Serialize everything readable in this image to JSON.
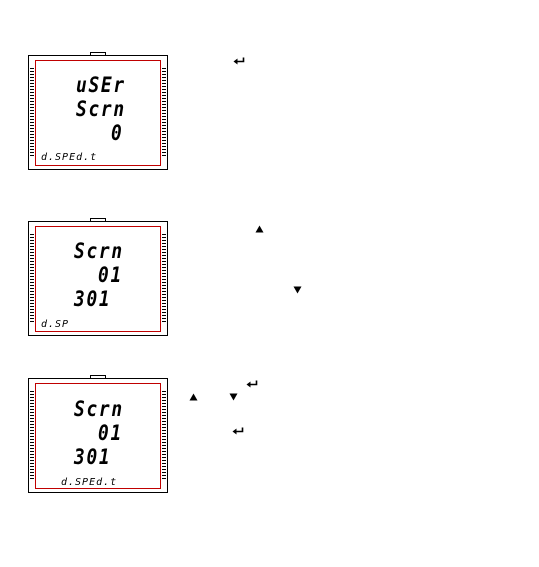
{
  "panels": [
    {
      "lines": [
        "uSEr",
        "Scrn",
        "0"
      ],
      "footer": "d.SPEd.t"
    },
    {
      "lines": [
        "Scrn",
        "01",
        "301"
      ],
      "footer": "d.SP"
    },
    {
      "lines": [
        "Scrn",
        "01",
        "301"
      ],
      "footer": "d.SPEd.t"
    }
  ],
  "icons": {
    "enter": "enter-key-icon",
    "up": "up-arrow-key-icon",
    "down": "down-arrow-key-icon"
  }
}
